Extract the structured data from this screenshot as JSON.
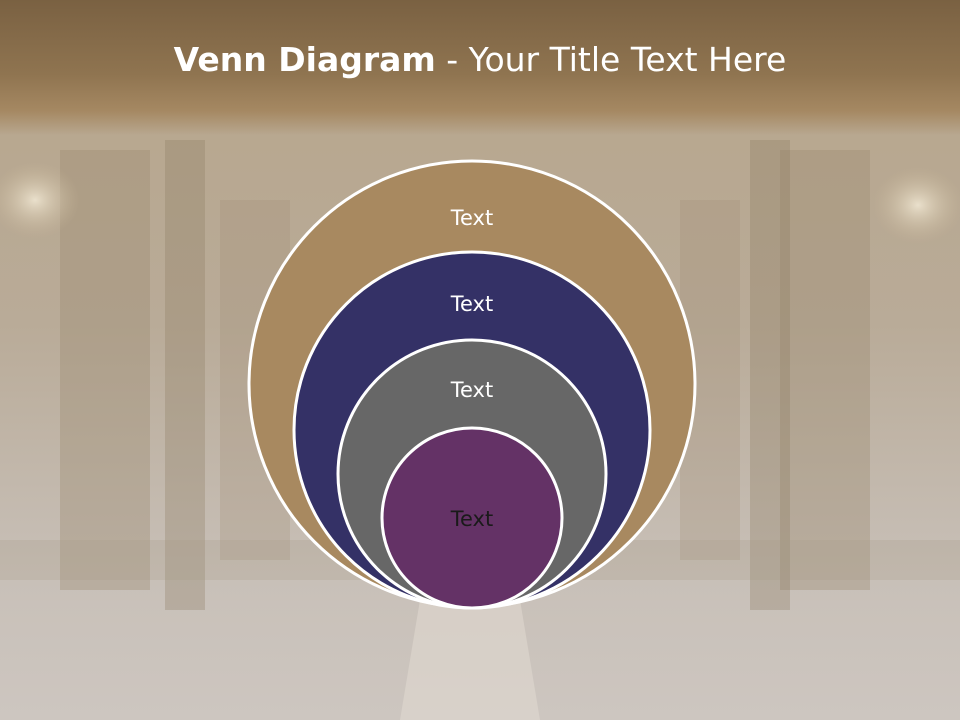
{
  "slide": {
    "title_bold": "Venn Diagram",
    "title_separator": " - ",
    "title_rest": "Your Title Text Here"
  },
  "venn": {
    "layers": [
      {
        "label": "Text",
        "fill": "#a88960",
        "text_color": "#ffffff"
      },
      {
        "label": "Text",
        "fill": "#343166",
        "text_color": "#ffffff"
      },
      {
        "label": "Text",
        "fill": "#676767",
        "text_color": "#ffffff"
      },
      {
        "label": "Text",
        "fill": "#643266",
        "text_color": "#1a1a1a"
      }
    ],
    "outline": "#ffffff"
  }
}
